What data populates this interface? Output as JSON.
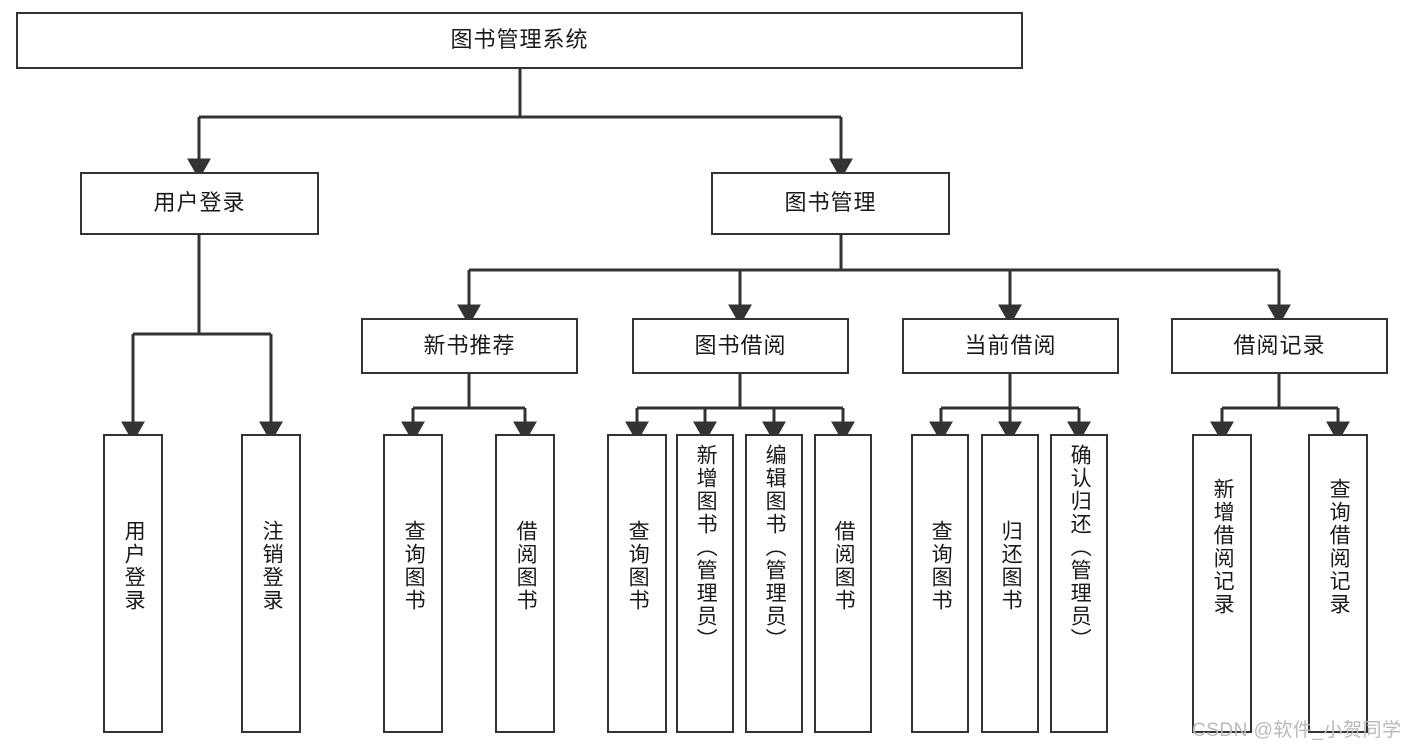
{
  "diagram": {
    "type": "hierarchy-tree",
    "title": "图书管理系统",
    "background_color": "#ffffff",
    "line_color": "#333333",
    "text_color": "#1a1a1a",
    "root": {
      "id": "root",
      "label": "图书管理系统"
    },
    "level2": [
      {
        "id": "user-login",
        "label": "用户登录"
      },
      {
        "id": "book-management",
        "label": "图书管理"
      }
    ],
    "level3": [
      {
        "id": "new-book-recommend",
        "label": "新书推荐",
        "parent": "book-management"
      },
      {
        "id": "book-borrow",
        "label": "图书借阅",
        "parent": "book-management"
      },
      {
        "id": "current-borrow",
        "label": "当前借阅",
        "parent": "book-management"
      },
      {
        "id": "borrow-record",
        "label": "借阅记录",
        "parent": "book-management"
      }
    ],
    "leaves": [
      {
        "id": "leaf-user-login",
        "label": "用户登录",
        "parent": "user-login"
      },
      {
        "id": "leaf-logout",
        "label": "注销登录",
        "parent": "user-login"
      },
      {
        "id": "leaf-query-book-1",
        "label": "查询图书",
        "parent": "new-book-recommend"
      },
      {
        "id": "leaf-borrow-book-1",
        "label": "借阅图书",
        "parent": "new-book-recommend"
      },
      {
        "id": "leaf-query-book-2",
        "label": "查询图书",
        "parent": "book-borrow"
      },
      {
        "id": "leaf-add-book",
        "label": "新增图书（管理员）",
        "parent": "book-borrow"
      },
      {
        "id": "leaf-edit-book",
        "label": "编辑图书（管理员）",
        "parent": "book-borrow"
      },
      {
        "id": "leaf-borrow-book-2",
        "label": "借阅图书",
        "parent": "book-borrow"
      },
      {
        "id": "leaf-query-book-3",
        "label": "查询图书",
        "parent": "current-borrow"
      },
      {
        "id": "leaf-return-book",
        "label": "归还图书",
        "parent": "current-borrow"
      },
      {
        "id": "leaf-confirm-return",
        "label": "确认归还（管理员）",
        "parent": "current-borrow"
      },
      {
        "id": "leaf-add-record",
        "label": "新增借阅记录",
        "parent": "borrow-record"
      },
      {
        "id": "leaf-query-record",
        "label": "查询借阅记录",
        "parent": "borrow-record"
      }
    ],
    "watermark": "CSDN @软件_小贺同学"
  }
}
